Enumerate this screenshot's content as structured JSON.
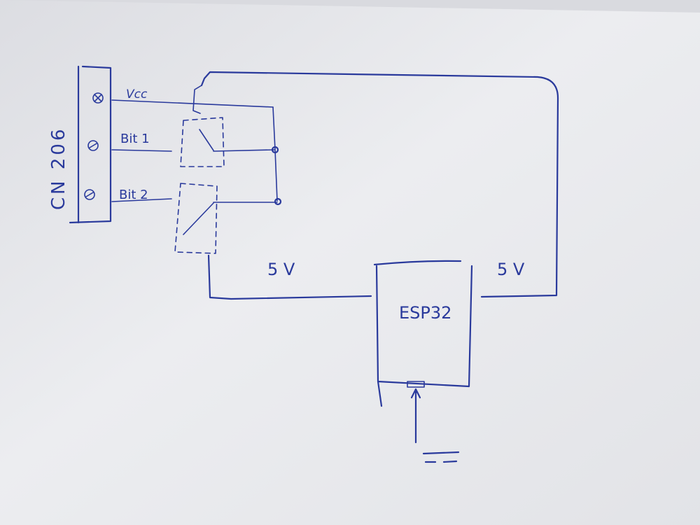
{
  "connector": {
    "name": "CN 206",
    "pins": [
      {
        "label": "Vcc"
      },
      {
        "label": "Bit 1"
      },
      {
        "label": "Bit 2"
      }
    ]
  },
  "voltages": {
    "left_rail": "5 V",
    "right_rail": "5 V"
  },
  "module": {
    "label": "ESP32"
  },
  "colors": {
    "ink": "#2a3a9c",
    "paper": "#e9eaee"
  }
}
